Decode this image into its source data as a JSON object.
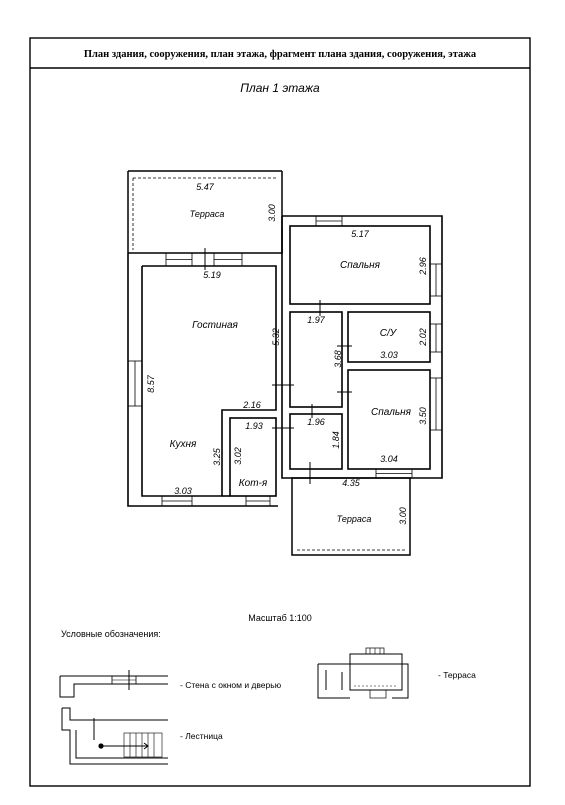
{
  "header": {
    "title": "План здания, сооружения, план этажа, фрагмент плана здания, сооружения, этажа"
  },
  "plan": {
    "subtitle": "План 1 этажа",
    "rooms": {
      "terrace_top": "Терраса",
      "bedroom_1": "Спальня",
      "living": "Гостиная",
      "bathroom": "С/У",
      "bedroom_2": "Спальня",
      "kitchen": "Кухня",
      "boiler": "Кот-я",
      "terrace_bottom": "Терраса"
    },
    "dimensions": {
      "terrace_top_w": "5.47",
      "terrace_top_h": "3.00",
      "living_top_w": "5.19",
      "living_h": "8.57",
      "living_mid": "5.32",
      "living_bottom": "2.16",
      "kitchen_w": "3.03",
      "kitchen_h": "3.25",
      "boiler_w": "1.93",
      "boiler_h": "3.02",
      "bedroom1_w": "5.17",
      "bedroom1_h": "2.96",
      "hall_w": "1.97",
      "hall_h": "3.68",
      "bath_w": "3.03",
      "bath_h": "2.02",
      "bedroom2_w": "3.04",
      "bedroom2_h": "3.50",
      "corridor_w": "1.96",
      "corridor_h": "1.84",
      "terrace_bottom_w": "4.35",
      "terrace_bottom_h": "3.00"
    }
  },
  "footer": {
    "scale": "Масштаб 1:100",
    "legend_title": "Условные обозначения:",
    "legend_wall": "- Стена с окном и дверью",
    "legend_stair": "- Лестница",
    "legend_terrace": "- Терраса"
  }
}
